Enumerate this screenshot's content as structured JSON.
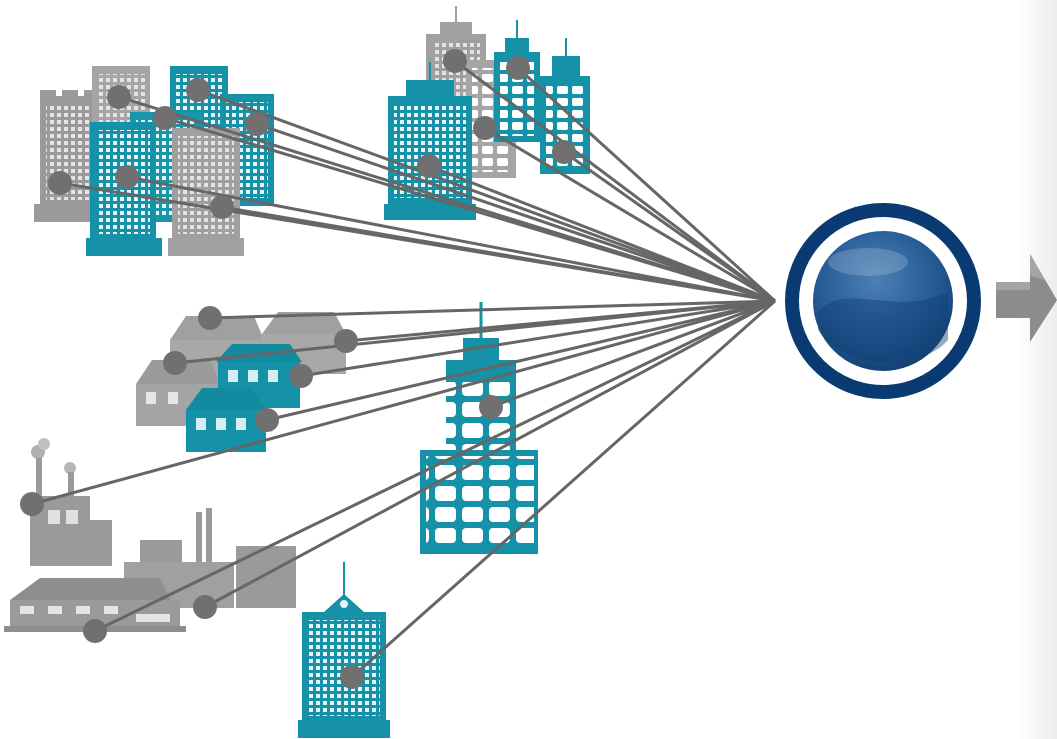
{
  "colors": {
    "background": "#ffffff",
    "teal": "#1592a8",
    "teal_dark": "#0f7f93",
    "gray": "#8f8f8f",
    "gray_light": "#a7a7a7",
    "window_light": "#f2f2f2",
    "connector": "#666666",
    "node": "#707070",
    "hub_ring": "#0a3a72",
    "hub_fill": "#245b94",
    "arrow": "#8c8c8c"
  },
  "diagram": {
    "hub": {
      "name": "central-hub"
    },
    "nodes": [
      "node-1",
      "node-2",
      "node-3",
      "node-4",
      "node-5",
      "node-6",
      "node-7",
      "node-8",
      "node-9",
      "node-10",
      "node-11",
      "node-12",
      "node-13",
      "node-14",
      "node-15",
      "node-16",
      "node-17",
      "node-18",
      "node-19",
      "node-20",
      "node-21",
      "node-22",
      "node-23"
    ]
  }
}
